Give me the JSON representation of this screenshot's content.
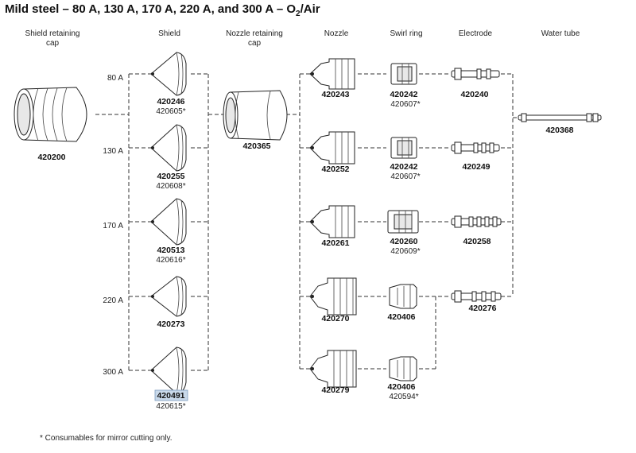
{
  "title": "Mild steel – 80 A, 130 A, 170 A, 220 A, and 300 A – O",
  "title_subscript": "2",
  "title_suffix": "/Air",
  "headers": {
    "shield_retaining_cap_line1": "Shield retaining",
    "shield_retaining_cap_line2": "cap",
    "shield": "Shield",
    "nozzle_retaining_cap_line1": "Nozzle retaining",
    "nozzle_retaining_cap_line2": "cap",
    "nozzle": "Nozzle",
    "swirl_ring": "Swirl ring",
    "electrode": "Electrode",
    "water_tube": "Water tube"
  },
  "amperages": [
    "80 A",
    "130 A",
    "170 A",
    "220 A",
    "300 A"
  ],
  "shield_retaining_cap": {
    "part": "420200"
  },
  "nozzle_retaining_cap": {
    "part": "420365"
  },
  "water_tube": {
    "part": "420368"
  },
  "shields": [
    {
      "part": "420246",
      "alt": "420605*"
    },
    {
      "part": "420255",
      "alt": "420608*"
    },
    {
      "part": "420513",
      "alt": "420616*"
    },
    {
      "part": "420273",
      "alt": ""
    },
    {
      "part": "420491",
      "alt": "420615*",
      "highlighted": true
    }
  ],
  "nozzles": [
    {
      "part": "420243"
    },
    {
      "part": "420252"
    },
    {
      "part": "420261"
    },
    {
      "part": "420270"
    },
    {
      "part": "420279"
    }
  ],
  "swirl_rings": [
    {
      "part": "420242",
      "alt": "420607*"
    },
    {
      "part": "420242",
      "alt": "420607*"
    },
    {
      "part": "420260",
      "alt": "420609*"
    },
    {
      "part": "420406",
      "alt": ""
    },
    {
      "part": "420406",
      "alt": "420594*"
    }
  ],
  "electrodes": [
    {
      "part": "420240"
    },
    {
      "part": "420249"
    },
    {
      "part": "420258"
    },
    {
      "part": "420276"
    }
  ],
  "footnote": "*  Consumables for mirror cutting only.",
  "colors": {
    "highlight": "#c9d9ea",
    "line": "#333333"
  }
}
